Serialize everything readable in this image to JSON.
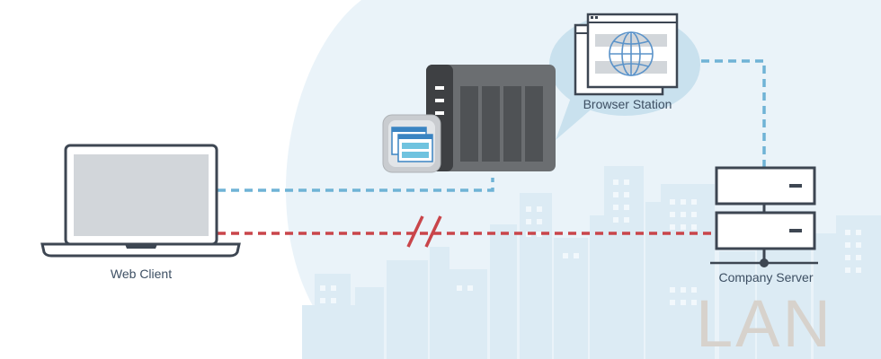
{
  "nodes": {
    "web_client": "Web Client",
    "browser_station": "Browser Station",
    "company_server": "Company Server"
  },
  "zone_label": "LAN",
  "links": [
    {
      "from": "Web Client",
      "to": "Browser Station",
      "style": "dashed",
      "color": "#6fb3d6"
    },
    {
      "from": "Browser Station",
      "to": "Company Server",
      "style": "dashed",
      "color": "#6fb3d6"
    },
    {
      "from": "Web Client",
      "to": "Company Server",
      "style": "dashed",
      "color": "#c9454a",
      "blocked": true
    }
  ],
  "colors": {
    "lan_area": "#eaf3f9",
    "city_silhouette": "#dcebf4",
    "allowed_link": "#6fb3d6",
    "blocked_link": "#c9454a",
    "device_outline": "#3d4652",
    "nas_body": "#6b6e71",
    "bubble": "#c9e1ee"
  },
  "icons": {
    "laptop": "laptop-icon",
    "nas": "nas-device-icon",
    "app": "browser-station-app-icon",
    "windows": "browser-windows-icon",
    "globe": "globe-icon",
    "server": "server-icon",
    "block": "blocked-connection-icon"
  }
}
